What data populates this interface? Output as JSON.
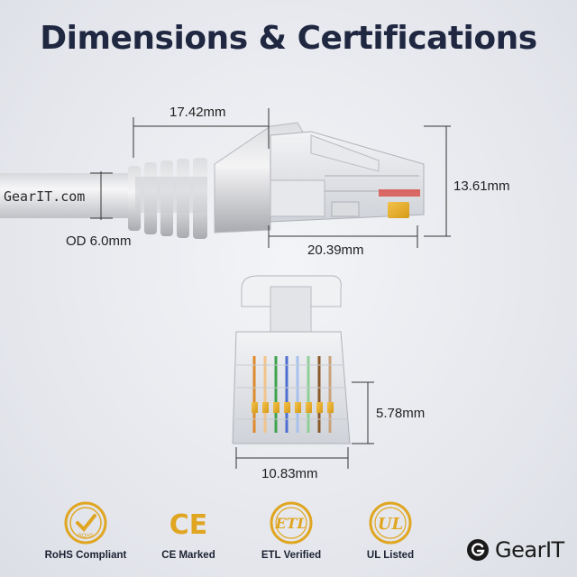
{
  "title": "Dimensions & Certifications",
  "cable_print": "GearIT.com",
  "dimensions": {
    "boot_length": "17.42mm",
    "plug_height": "13.61mm",
    "outer_diameter": "OD 6.0mm",
    "plug_length": "20.39mm",
    "contact_height": "5.78mm",
    "plug_width": "10.83mm"
  },
  "certifications": [
    {
      "badge": "ROHS",
      "label": "RoHS Compliant"
    },
    {
      "badge": "CE",
      "label": "CE Marked"
    },
    {
      "badge": "ETL",
      "label": "ETL Verified"
    },
    {
      "badge": "UL",
      "label": "UL Listed"
    }
  ],
  "brand": "GearIT",
  "colors": {
    "title": "#1f2741",
    "gold": "#e0a622",
    "dimension_line": "#333333"
  }
}
